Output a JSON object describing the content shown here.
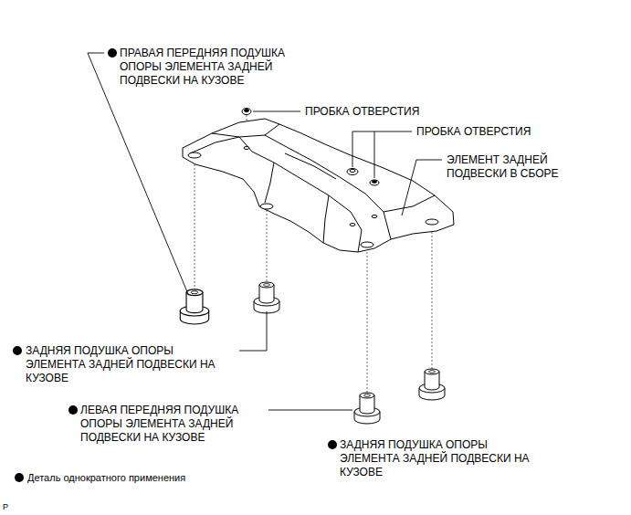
{
  "diagram": {
    "labels": [
      "ПРАВАЯ ПЕРЕДНЯЯ ПОДУШКА ОПОРЫ ЭЛЕМЕНТА ЗАДНЕЙ ПОДВЕСКИ НА КУЗОВЕ",
      "ПРОБКА ОТВЕРСТИЯ",
      "ПРОБКА ОТВЕРСТИЯ",
      "ЭЛЕМЕНТ ЗАДНЕЙ ПОДВЕСКИ В СБОРЕ",
      "ЗАДНЯЯ ПОДУШКА ОПОРЫ ЭЛЕМЕНТА ЗАДНЕЙ ПОДВЕСКИ НА КУЗОВЕ",
      "ЛЕВАЯ ПЕРЕДНЯЯ ПОДУШКА ОПОРЫ ЭЛЕМЕНТА ЗАДНЕЙ ПОДВЕСКИ НА КУЗОВЕ",
      "ЗАДНЯЯ ПОДУШКА ОПОРЫ ЭЛЕМЕНТА ЗАДНЕЙ ПОДВЕСКИ НА КУЗОВЕ",
      "P"
    ],
    "legend": [
      {
        "text": "Деталь однократного применения"
      }
    ]
  }
}
